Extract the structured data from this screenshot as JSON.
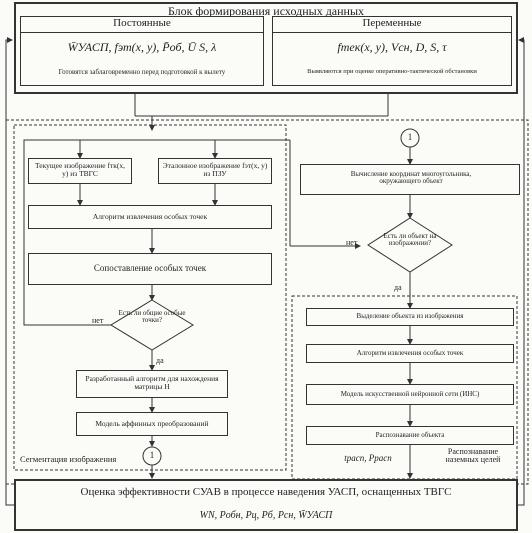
{
  "header": {
    "title": "Блок формирования исходных данных",
    "const_label": "Постоянные",
    "var_label": "Переменные",
    "const_formula": "W̄УАСП, fэт(x, y), P̄об, Ū S, λ",
    "var_formula": "fтек(x, y), Vсн, D, S, τ",
    "const_note": "Готовятся заблаговременно перед подготовкой к вылету",
    "var_note": "Выявляются при оценке оперативно-тактической обстановки"
  },
  "left_flow": {
    "current_image": "Текущее изображение  fтк(x, y) из ТВГС",
    "reference_image": "Эталонное изображение fэт(x, y) из ПЗУ",
    "extract_points": "Алгоритм извлечения особых точек",
    "match_points": "Сопоставление особых точек",
    "decision": "Есть ли общие особые точки?",
    "no_label": "нет",
    "yes_label": "да",
    "homography": "Разработанный алгоритм для нахождения матрицы H",
    "affine": "Модель аффинных преобразований",
    "segment_label": "Сегментация изображения",
    "connector": "1"
  },
  "right_flow": {
    "connector": "1",
    "polygon": "Вычисление координат многоугольника, окружающего объект",
    "decision": "Есть ли объект на изображении?",
    "no_label": "нет",
    "yes_label": "да",
    "select_object": "Выделение объекта из изображения",
    "extract_points": "Алгоритм извлечения особых точек",
    "neural_model": "Модель искусственной нейронной сети (ИНС)",
    "recognition": "Распознавание объекта",
    "output": "tраcп, Pраcп",
    "recog_label": "Распознавание наземных целей"
  },
  "footer": {
    "title": "Оценка эффективности СУАВ в процессе наведения УАСП, оснащенных ТВГС",
    "formula": "WN,  Pобн,  Pц,  Pб,  Pсн,  W̄УАСП"
  }
}
